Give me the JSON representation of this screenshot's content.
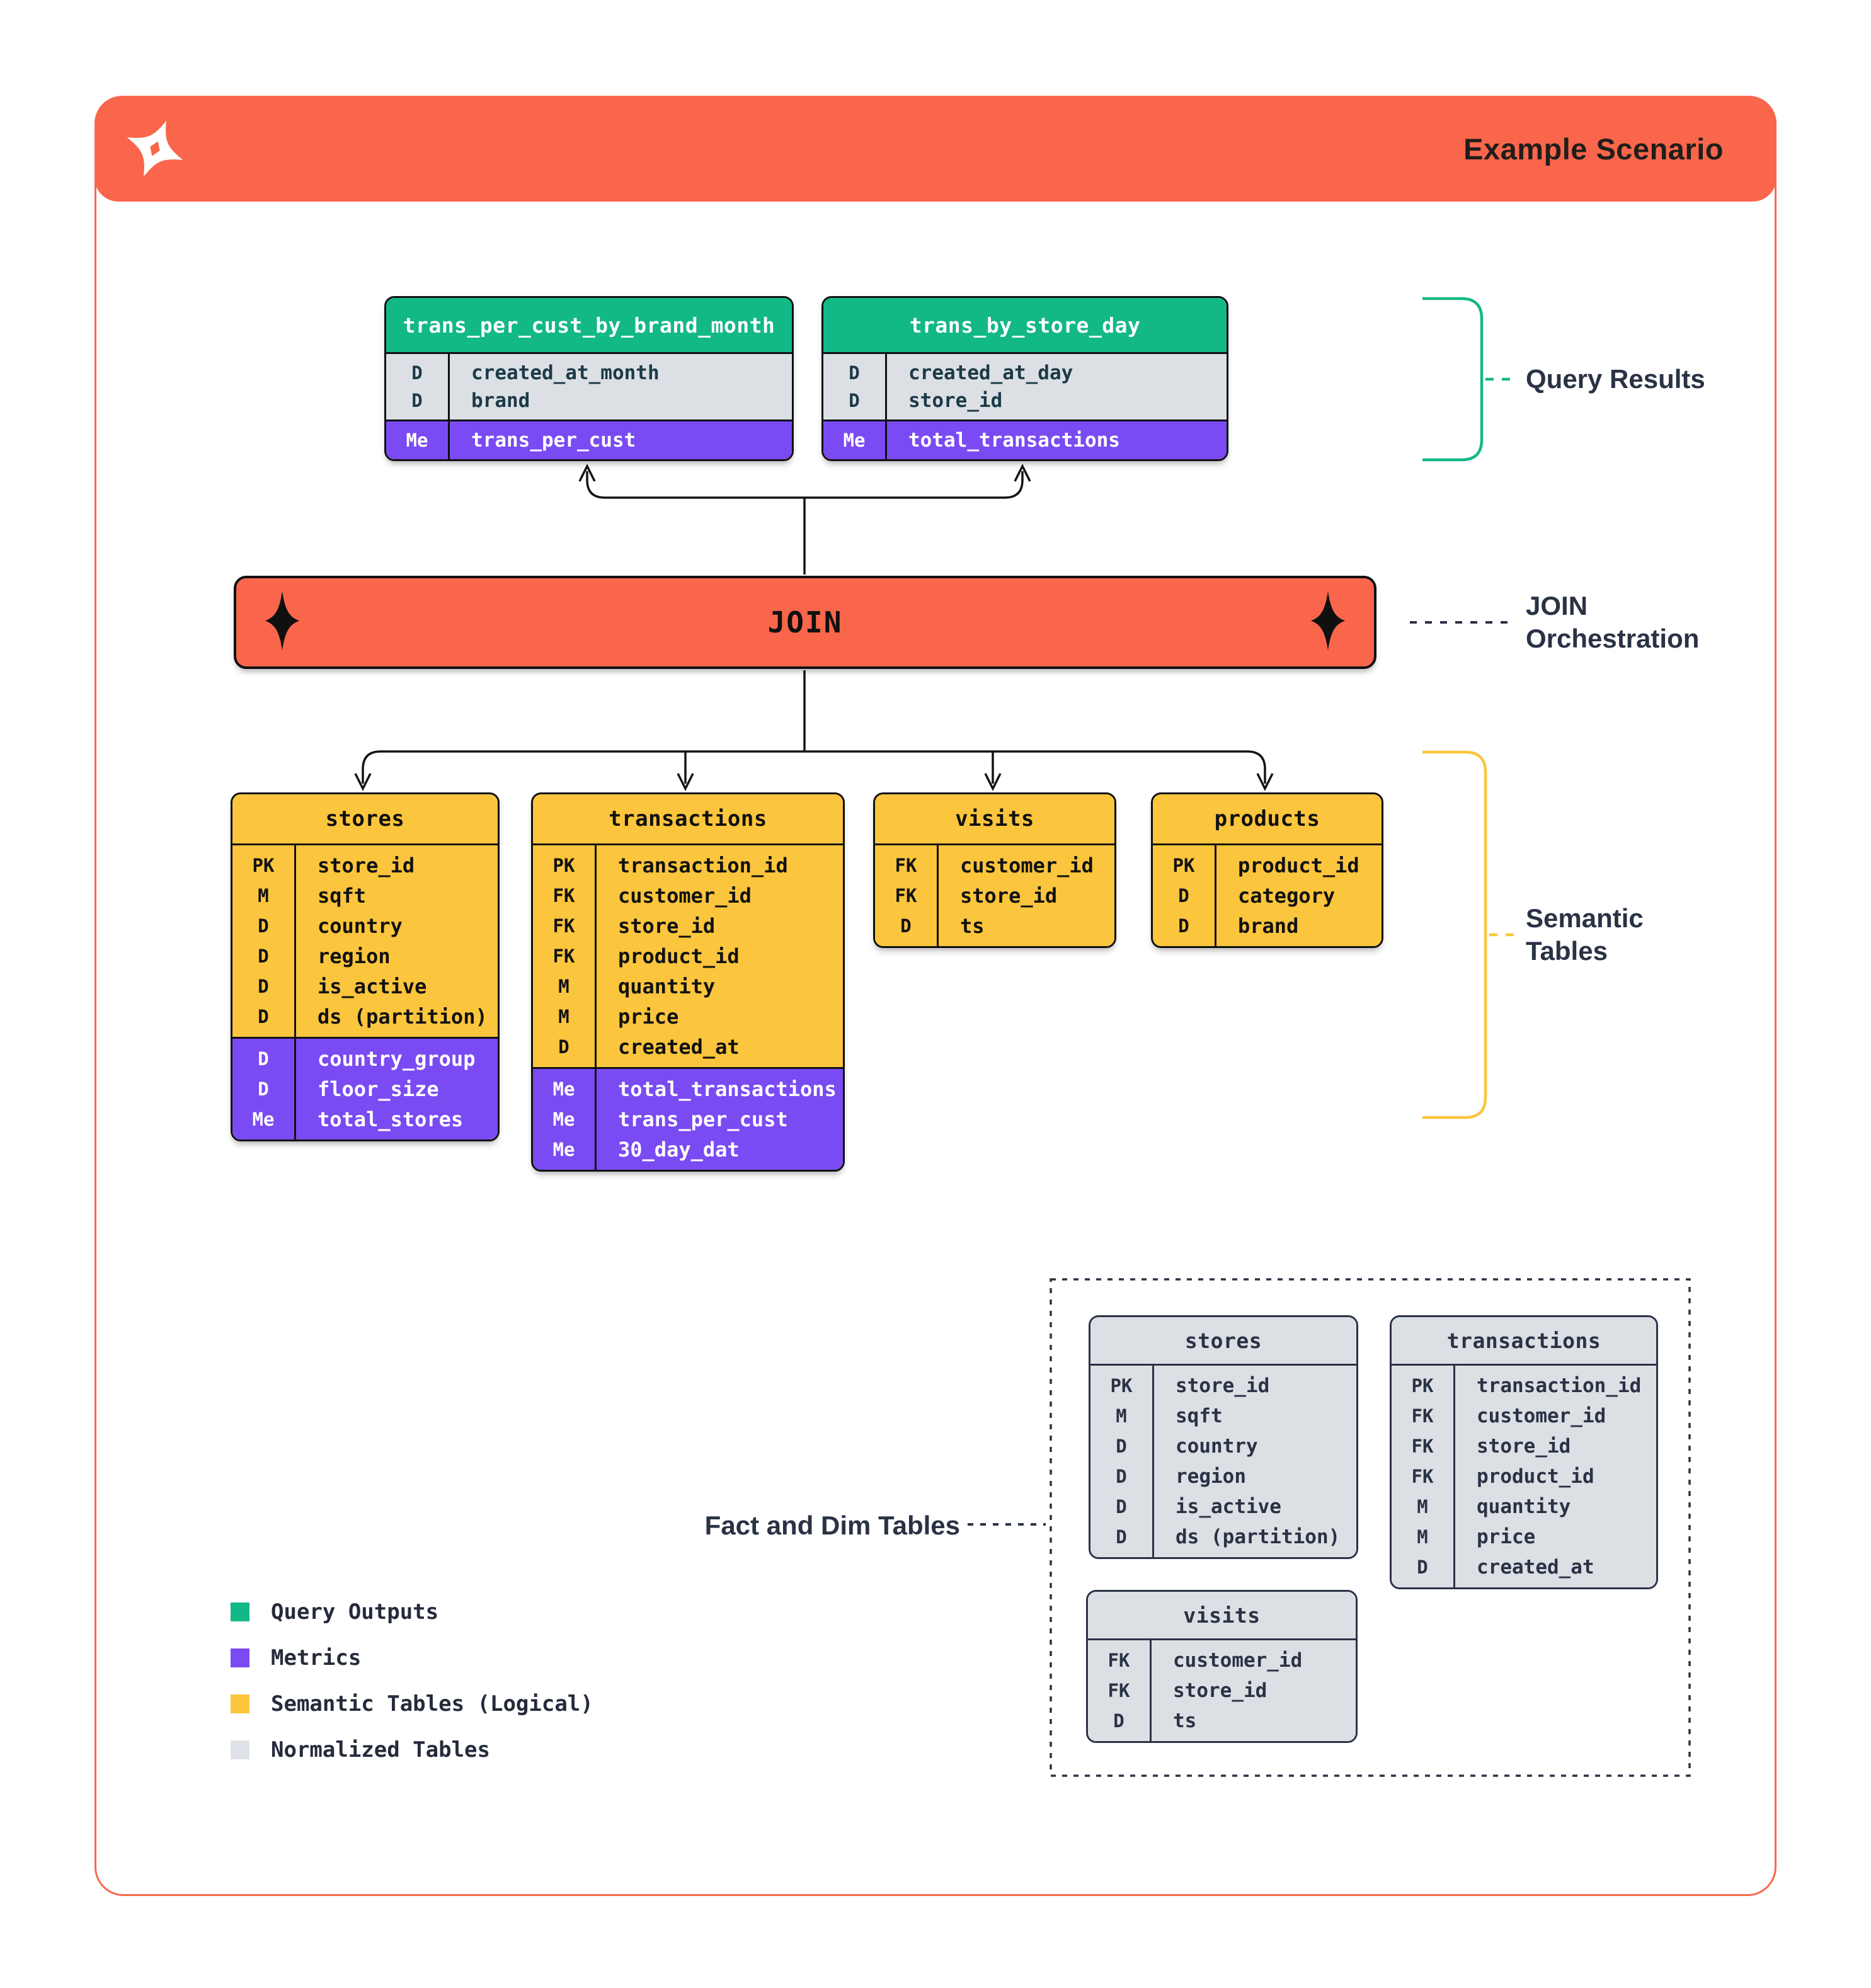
{
  "header": {
    "title": "Example Scenario"
  },
  "join": {
    "label": "JOIN"
  },
  "annotations": {
    "query_results": {
      "label": "Query Results"
    },
    "join_orchestration": {
      "line1": "JOIN",
      "line2": "Orchestration"
    },
    "semantic_tables": {
      "line1": "Semantic",
      "line2": "Tables"
    },
    "fact_and_dim": {
      "label": "Fact and Dim Tables"
    }
  },
  "colors": {
    "orange": "#F9664B",
    "green": "#12B886",
    "purple": "#7A4BF2",
    "yellow": "#FBC53D",
    "gray": "#DCE0E5",
    "navy": "#2A3245"
  },
  "query_tables": [
    {
      "name": "trans_per_cust_by_brand_month",
      "columns": [
        {
          "key": "D",
          "field": "created_at_month"
        },
        {
          "key": "D",
          "field": "brand"
        }
      ],
      "metrics": [
        {
          "key": "Me",
          "field": "trans_per_cust"
        }
      ]
    },
    {
      "name": "trans_by_store_day",
      "columns": [
        {
          "key": "D",
          "field": "created_at_day"
        },
        {
          "key": "D",
          "field": "store_id"
        }
      ],
      "metrics": [
        {
          "key": "Me",
          "field": "total_transactions"
        }
      ]
    }
  ],
  "semantic_tables": [
    {
      "name": "stores",
      "columns": [
        {
          "key": "PK",
          "field": "store_id"
        },
        {
          "key": "M",
          "field": "sqft"
        },
        {
          "key": "D",
          "field": "country"
        },
        {
          "key": "D",
          "field": "region"
        },
        {
          "key": "D",
          "field": "is_active"
        },
        {
          "key": "D",
          "field": "ds (partition)"
        }
      ],
      "metrics": [
        {
          "key": "D",
          "field": "country_group"
        },
        {
          "key": "D",
          "field": "floor_size"
        },
        {
          "key": "Me",
          "field": "total_stores"
        }
      ]
    },
    {
      "name": "transactions",
      "columns": [
        {
          "key": "PK",
          "field": "transaction_id"
        },
        {
          "key": "FK",
          "field": "customer_id"
        },
        {
          "key": "FK",
          "field": "store_id"
        },
        {
          "key": "FK",
          "field": "product_id"
        },
        {
          "key": "M",
          "field": "quantity"
        },
        {
          "key": "M",
          "field": "price"
        },
        {
          "key": "D",
          "field": "created_at"
        }
      ],
      "metrics": [
        {
          "key": "Me",
          "field": "total_transactions"
        },
        {
          "key": "Me",
          "field": "trans_per_cust"
        },
        {
          "key": "Me",
          "field": "30_day_dat"
        }
      ]
    },
    {
      "name": "visits",
      "columns": [
        {
          "key": "FK",
          "field": "customer_id"
        },
        {
          "key": "FK",
          "field": "store_id"
        },
        {
          "key": "D",
          "field": "ts"
        }
      ],
      "metrics": []
    },
    {
      "name": "products",
      "columns": [
        {
          "key": "PK",
          "field": "product_id"
        },
        {
          "key": "D",
          "field": "category"
        },
        {
          "key": "D",
          "field": "brand"
        }
      ],
      "metrics": []
    }
  ],
  "normalized_tables": [
    {
      "name": "stores",
      "columns": [
        {
          "key": "PK",
          "field": "store_id"
        },
        {
          "key": "M",
          "field": "sqft"
        },
        {
          "key": "D",
          "field": "country"
        },
        {
          "key": "D",
          "field": "region"
        },
        {
          "key": "D",
          "field": "is_active"
        },
        {
          "key": "D",
          "field": "ds (partition)"
        }
      ],
      "metrics": []
    },
    {
      "name": "transactions",
      "columns": [
        {
          "key": "PK",
          "field": "transaction_id"
        },
        {
          "key": "FK",
          "field": "customer_id"
        },
        {
          "key": "FK",
          "field": "store_id"
        },
        {
          "key": "FK",
          "field": "product_id"
        },
        {
          "key": "M",
          "field": "quantity"
        },
        {
          "key": "M",
          "field": "price"
        },
        {
          "key": "D",
          "field": "created_at"
        }
      ],
      "metrics": []
    },
    {
      "name": "visits",
      "columns": [
        {
          "key": "FK",
          "field": "customer_id"
        },
        {
          "key": "FK",
          "field": "store_id"
        },
        {
          "key": "D",
          "field": "ts"
        }
      ],
      "metrics": []
    }
  ],
  "legend": {
    "items": [
      {
        "swatch": "green",
        "label": "Query Outputs"
      },
      {
        "swatch": "purple",
        "label": "Metrics"
      },
      {
        "swatch": "yellow",
        "label": "Semantic Tables (Logical)"
      },
      {
        "swatch": "gray",
        "label": "Normalized Tables"
      }
    ]
  }
}
